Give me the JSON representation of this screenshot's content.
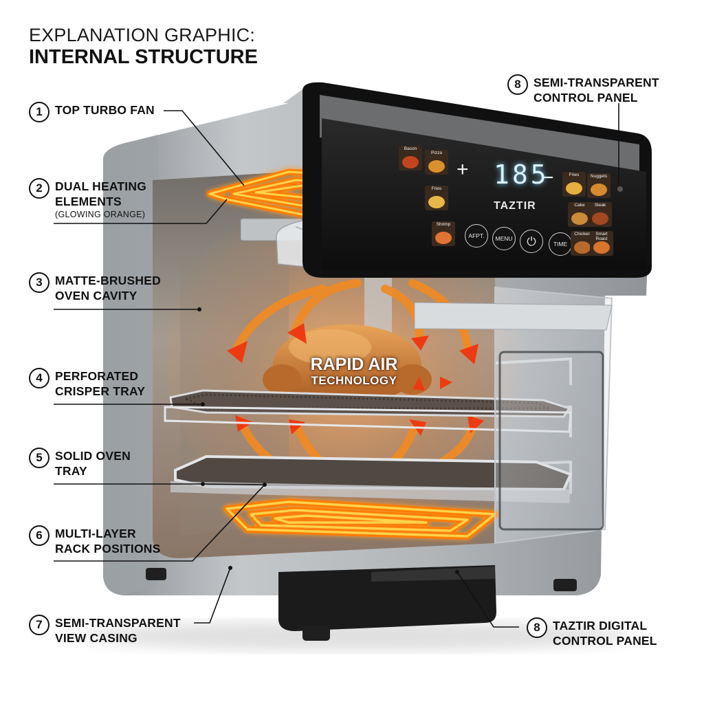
{
  "header": {
    "title_line1": "EXPLANATION GRAPHIC:",
    "title_line2": "INTERNAL STRUCTURE"
  },
  "callouts": [
    {
      "num": "1",
      "lines": [
        "TOP TURBO FAN"
      ]
    },
    {
      "num": "2",
      "lines": [
        "DUAL HEATING",
        "ELEMENTS"
      ],
      "sub": "(GLOWING ORANGE)"
    },
    {
      "num": "3",
      "lines": [
        "MATTE-BRUSHED",
        "OVEN CAVITY"
      ]
    },
    {
      "num": "4",
      "lines": [
        "PERFORATED",
        "CRISPER TRAY"
      ]
    },
    {
      "num": "5",
      "lines": [
        "SOLID OVEN",
        "TRAY"
      ]
    },
    {
      "num": "6",
      "lines": [
        "MULTI-LAYER",
        "RACK POSITIONS"
      ]
    },
    {
      "num": "7",
      "lines": [
        "SEMI-TRANSPARENT",
        "VIEW CASING"
      ]
    },
    {
      "num": "8",
      "lines": [
        "SEMI-TRANSPARENT",
        "CONTROL PANEL"
      ]
    },
    {
      "num": "8",
      "lines": [
        "TAZTIR DIGITAL",
        "CONTROL PANEL"
      ]
    }
  ],
  "overlay": {
    "line1": "RAPID AIR",
    "line2": "TECHNOLOGY"
  },
  "control_panel": {
    "display": "185",
    "brand": "TAZTIR",
    "plus": "+",
    "minus": "−",
    "buttons": [
      "AFPT.",
      "MENU",
      "⏻",
      "TIME"
    ],
    "presets_left": [
      "Bacon",
      "Pizza",
      "Fries",
      "Shrimp"
    ],
    "presets_right": [
      "Fries",
      "Nuggets",
      "Cake",
      "Steak",
      "Chicken",
      "Smart Roast"
    ]
  },
  "colors": {
    "heat_glow": "#ff7a00",
    "heat_core": "#ffd24a",
    "airflow_arrow": "#f08a24",
    "body_silver": "#a9adb1",
    "panel_black": "#141414"
  }
}
